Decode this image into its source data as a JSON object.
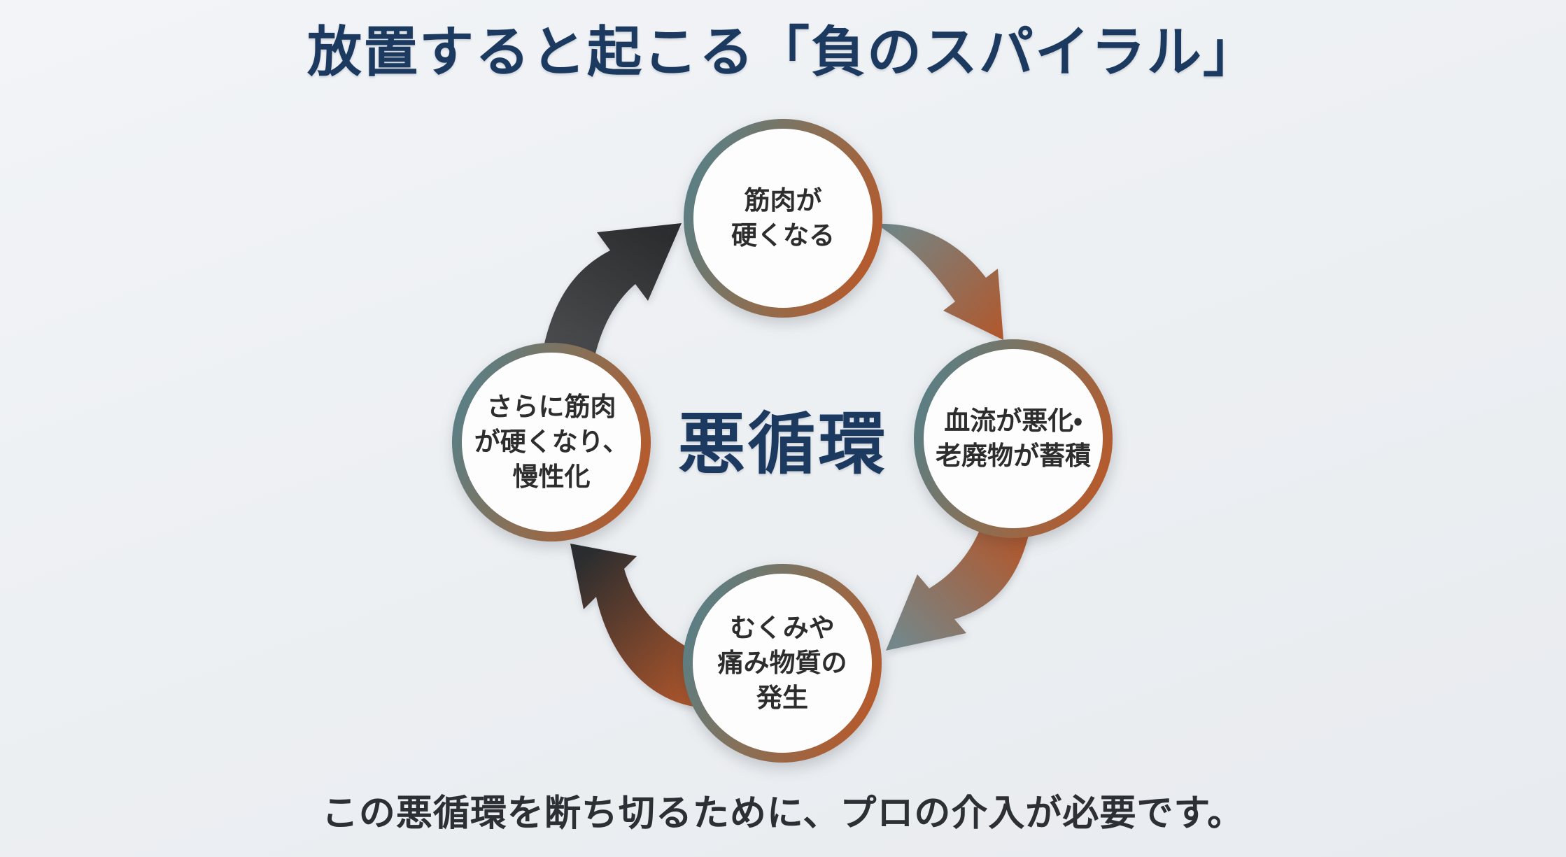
{
  "title": "放置すると起こる「負のスパイラル」",
  "center_label": "悪循環",
  "caption": "この悪循環を断ち切るために、プロの介入が必要です。",
  "cycle": {
    "top": {
      "name": "muscles-stiffen",
      "lines": [
        "筋肉が",
        "硬くなる"
      ]
    },
    "right": {
      "name": "blood-flow-worsens",
      "lines": [
        "血流が悪化・",
        "老廃物が蓄積"
      ]
    },
    "bottom": {
      "name": "swelling-pain-substances",
      "lines": [
        "むくみや",
        "痛み物質の",
        "発生"
      ]
    },
    "left": {
      "name": "further-stiffening",
      "lines": [
        "さらに筋肉",
        "が硬くなり、",
        "慢性化"
      ]
    }
  },
  "colors": {
    "title_navy": "#1c3a5f",
    "text_dark": "#2d2d2d",
    "caption_color": "#2c2f34",
    "ring_teal": "#5a7f85",
    "ring_mid": "#8a6f54",
    "ring_orange": "#b65a2c",
    "arrow_teal": "#6e898d",
    "arrow_orange": "#b2572b",
    "arrow_gray_teal": "#74878a",
    "arrow_charcoal_dark": "#2b2d2f",
    "arrow_charcoal_light": "#4a4c4e",
    "circle_fill": "#fdfdfe",
    "background": "#edf0f3"
  }
}
